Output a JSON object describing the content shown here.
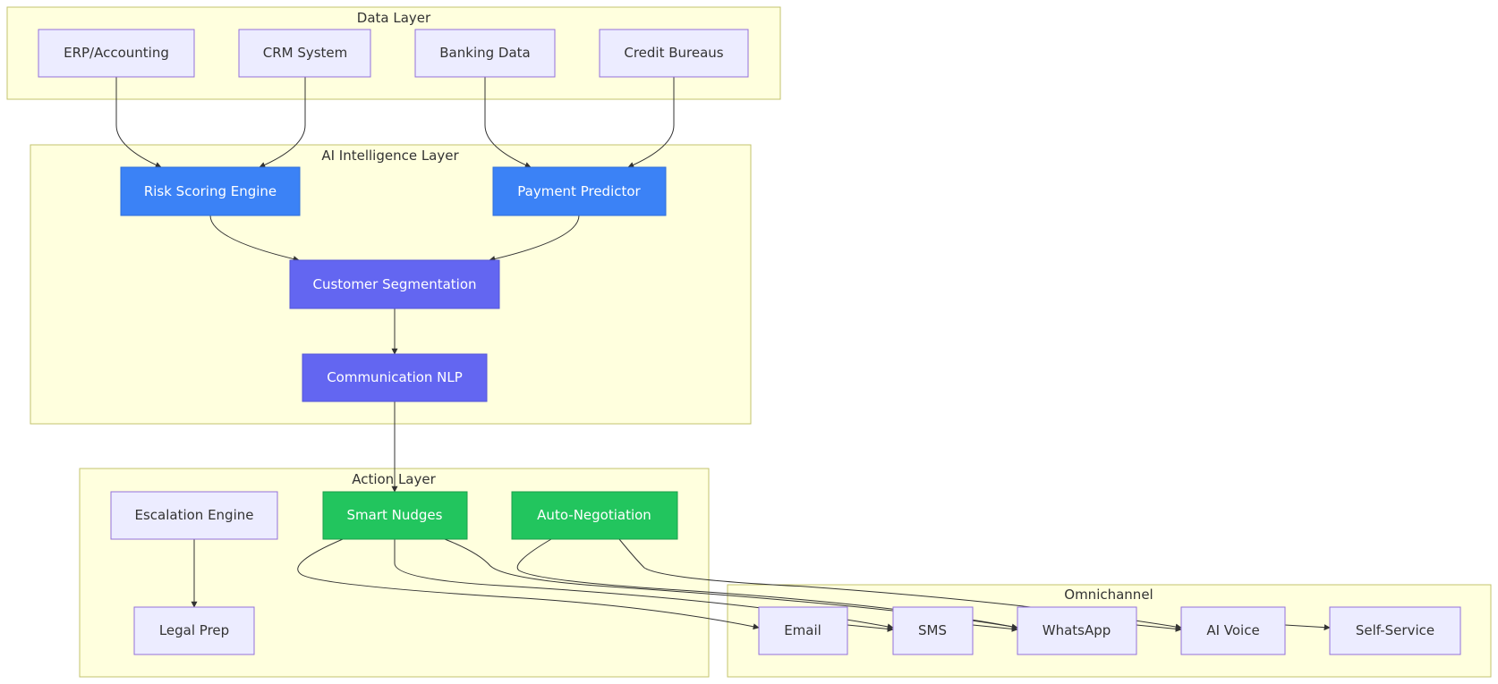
{
  "diagram": {
    "clusters": {
      "data": {
        "label": "Data Layer"
      },
      "ai": {
        "label": "AI Intelligence Layer"
      },
      "action": {
        "label": "Action Layer"
      },
      "omni": {
        "label": "Omnichannel"
      }
    },
    "nodes": {
      "erp": "ERP/Accounting",
      "crm": "CRM System",
      "banking": "Banking Data",
      "credit": "Credit Bureaus",
      "risk": "Risk Scoring Engine",
      "payment": "Payment Predictor",
      "segmentation": "Customer Segmentation",
      "nlp": "Communication NLP",
      "escalation": "Escalation Engine",
      "nudges": "Smart Nudges",
      "negotiation": "Auto-Negotiation",
      "legal": "Legal Prep",
      "email": "Email",
      "sms": "SMS",
      "whatsapp": "WhatsApp",
      "voice": "AI Voice",
      "selfservice": "Self-Service"
    },
    "edges": [
      [
        "erp",
        "risk"
      ],
      [
        "crm",
        "risk"
      ],
      [
        "banking",
        "payment"
      ],
      [
        "credit",
        "payment"
      ],
      [
        "risk",
        "segmentation"
      ],
      [
        "payment",
        "segmentation"
      ],
      [
        "segmentation",
        "nlp"
      ],
      [
        "nlp",
        "nudges"
      ],
      [
        "escalation",
        "legal"
      ],
      [
        "nudges",
        "email"
      ],
      [
        "nudges",
        "sms"
      ],
      [
        "nudges",
        "whatsapp"
      ],
      [
        "negotiation",
        "whatsapp"
      ],
      [
        "negotiation",
        "voice"
      ],
      [
        "email",
        "sms"
      ],
      [
        "sms",
        "whatsapp"
      ],
      [
        "whatsapp",
        "voice"
      ],
      [
        "voice",
        "selfservice"
      ]
    ],
    "colors": {
      "cluster_fill": "#ffffde",
      "cluster_border": "#c3c36e",
      "default_node": "#ececff",
      "default_border": "#9370db",
      "ai_scoring": "#3b82f6",
      "ai_processing": "#6366f1",
      "action_highlight": "#22c55e",
      "edge": "#333333"
    }
  }
}
